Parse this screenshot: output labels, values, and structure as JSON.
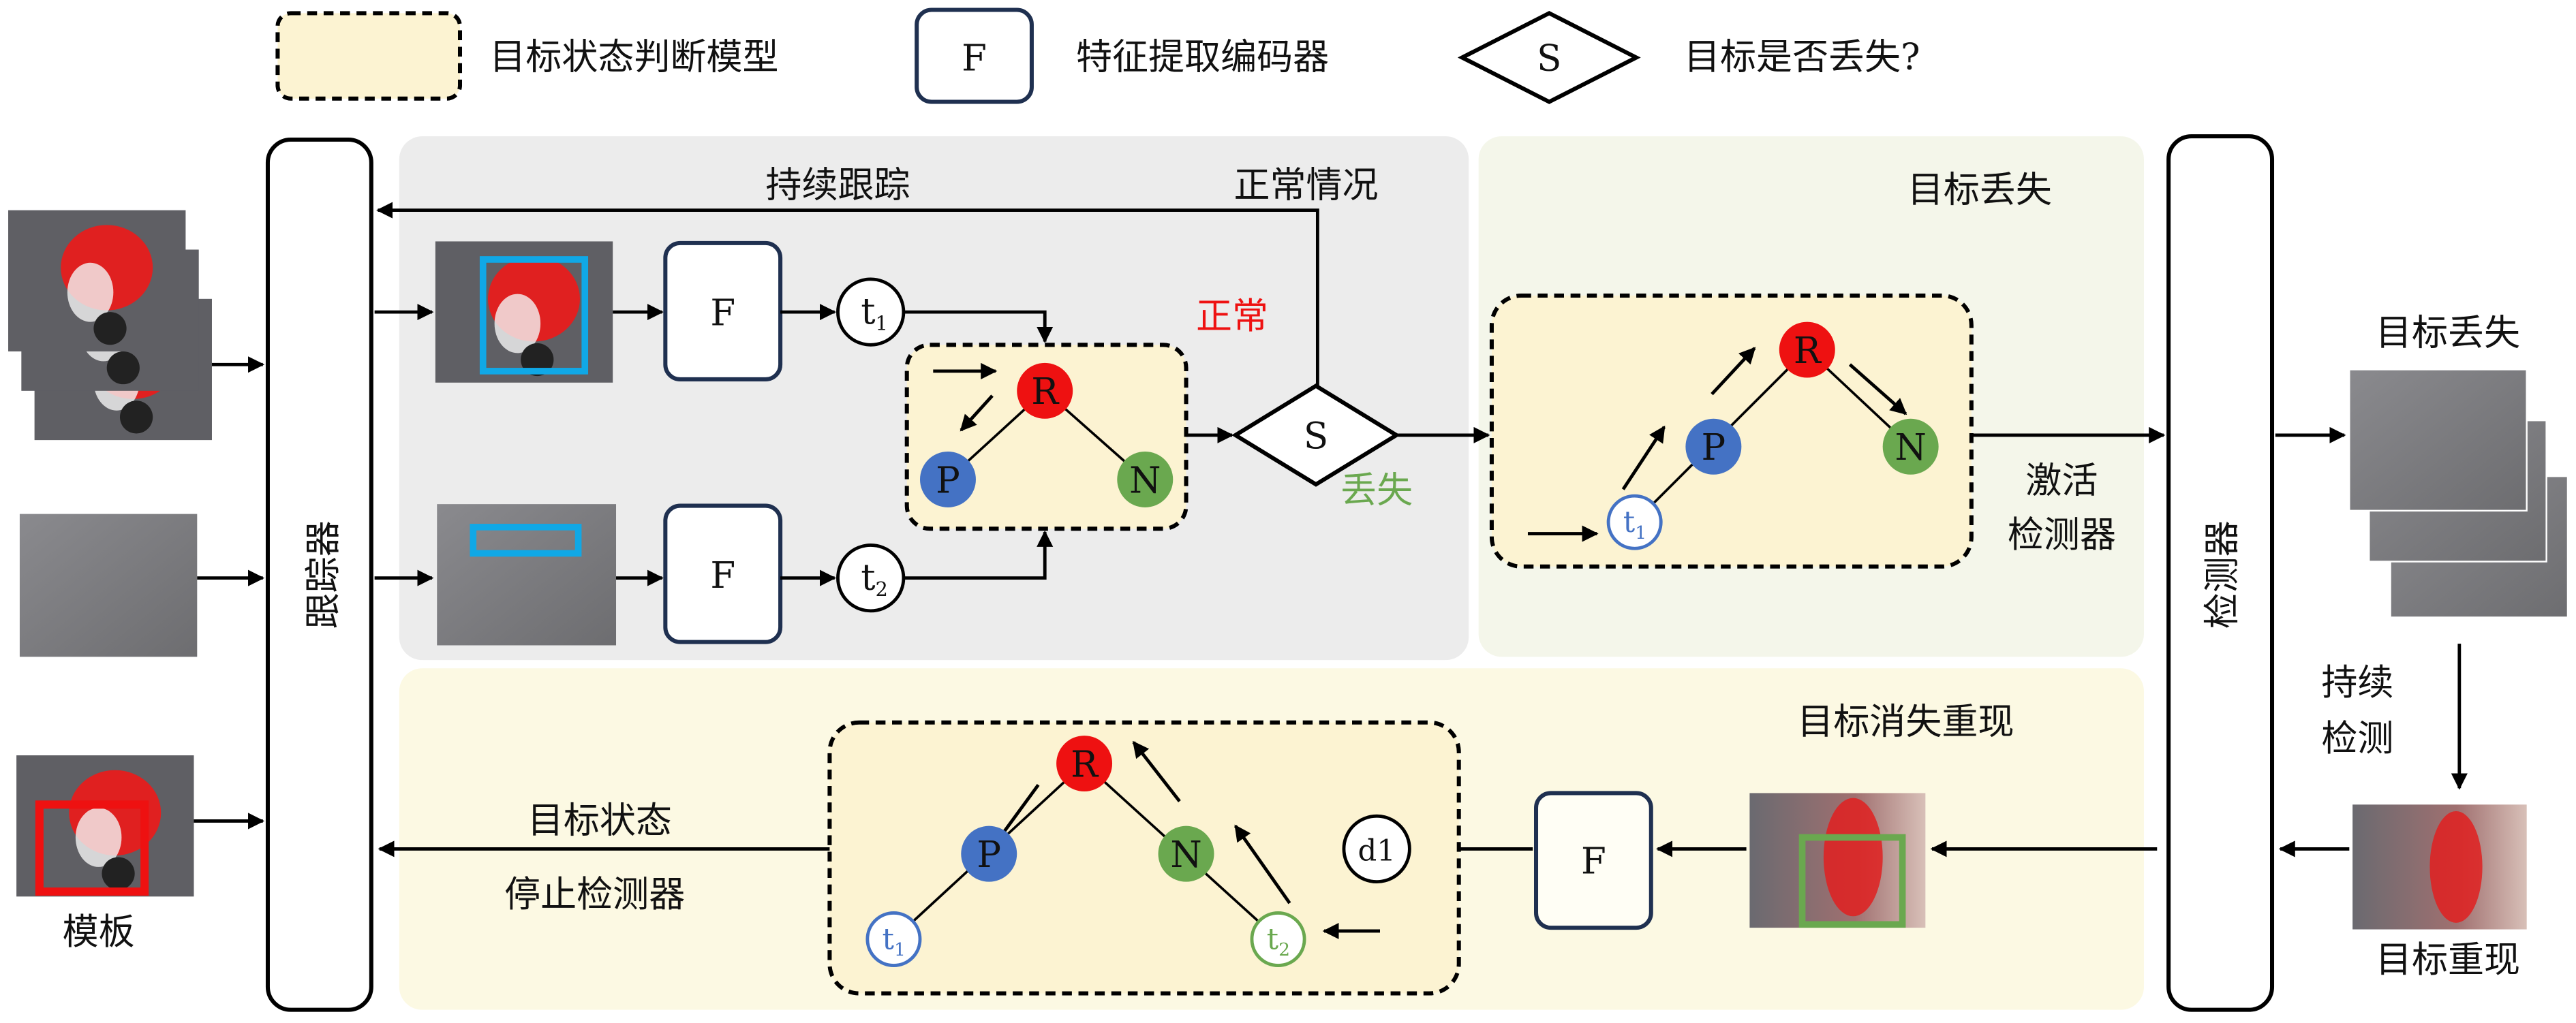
{
  "legend": {
    "model_label": "目标状态判断模型",
    "encoder_symbol": "F",
    "encoder_label": "特征提取编码器",
    "decision_symbol": "S",
    "decision_label": "目标是否丢失?"
  },
  "tracker": {
    "label": "跟踪器"
  },
  "detector": {
    "label": "检测器"
  },
  "left": {
    "template_label": "模板"
  },
  "top_panel": {
    "continue_tracking": "持续跟踪",
    "normal_case": "正常情况",
    "normal": "正常",
    "lost": "丢失",
    "encoder": "F",
    "t1": "t",
    "t1_sub": "1",
    "t2": "t",
    "t2_sub": "2",
    "decision": "S"
  },
  "lost_panel": {
    "title": "目标丢失",
    "activate_line1": "激活",
    "activate_line2": "检测器"
  },
  "right": {
    "lost_label": "目标丢失",
    "continue_line1": "持续",
    "continue_line2": "检测",
    "reappear_label": "目标重现"
  },
  "bottom_panel": {
    "title": "目标消失重现",
    "state_line1": "目标状态",
    "state_line2": "停止检测器",
    "encoder": "F",
    "d1": "d1"
  },
  "nodes": {
    "R": "R",
    "P": "P",
    "N": "N"
  },
  "colors": {
    "R": "#ee1111",
    "P": "#4472c4",
    "N": "#6aa84f",
    "normal_text": "#ee1111",
    "lost_text": "#6aa84f",
    "model_fill": "#fcf3d2",
    "gray_panel": "#ececec",
    "green_panel": "#f4f6ea",
    "yellow_panel": "#fcf9e3",
    "blue_box": "#10a8e6",
    "red_box": "#ee1111",
    "green_box": "#6aa84f",
    "encoder_border": "#1f3050"
  }
}
